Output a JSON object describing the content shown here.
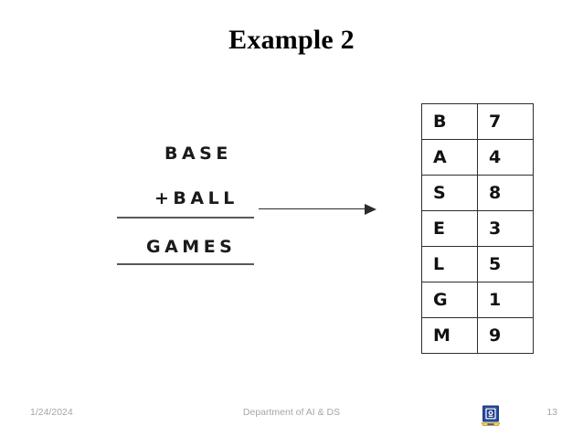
{
  "slide": {
    "title": "Example 2",
    "background_color": "#ffffff"
  },
  "cryptarithm": {
    "addend_1": "BASE",
    "addend_2": "+BALL",
    "sum": "GAMES",
    "operator": "+",
    "rule_color": "#555a5e",
    "arrow_icon": "right-arrow-icon",
    "arrow_color": "#2b2b2b"
  },
  "mapping_table": {
    "rows": [
      {
        "letter": "B",
        "digit": "7"
      },
      {
        "letter": "A",
        "digit": "4"
      },
      {
        "letter": "S",
        "digit": "8"
      },
      {
        "letter": "E",
        "digit": "3"
      },
      {
        "letter": "L",
        "digit": "5"
      },
      {
        "letter": "G",
        "digit": "1"
      },
      {
        "letter": "M",
        "digit": "9"
      }
    ],
    "border_color": "#2e2e2e"
  },
  "footer": {
    "date": "1/24/2024",
    "center_text": "Department of AI & DS",
    "page_number": "13",
    "logo_icon": "institution-crest-icon",
    "text_color": "#a6a6a6",
    "logo_colors": {
      "shield": "#1f3c88",
      "accent": "#c9a227",
      "inner": "#ffffff"
    }
  }
}
